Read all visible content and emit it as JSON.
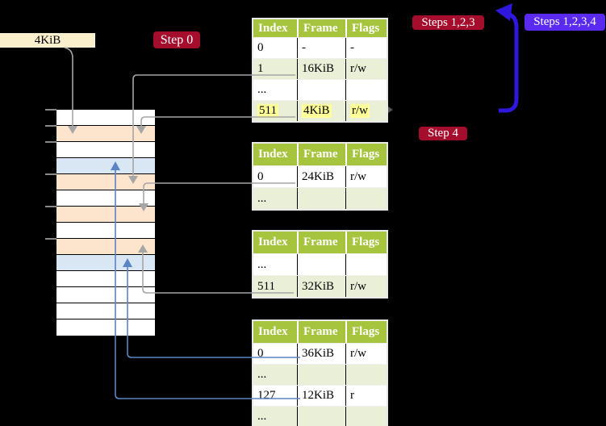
{
  "colors": {
    "background": "#000000",
    "badge_red": "#a50d2d",
    "badge_violet": "#5a2bef",
    "table_header_green": "#a6c43e",
    "table_row_tint": "#eaf0d8",
    "highlight_yellow": "#ffff99",
    "label_cream": "#fbf0cd",
    "frame_peach": "#fde4cc",
    "frame_blue": "#d9e6f4",
    "connector_gray": "#a6a6a6",
    "connector_blue": "#5b84c4",
    "arrow_blue": "#2f17dd",
    "tick_gray": "#8a8a8a"
  },
  "labels": {
    "page_size": "4KiB",
    "step0": "Step 0",
    "steps123": "Steps 1,2,3",
    "steps1234": "Steps 1,2,3,4",
    "step4": "Step 4"
  },
  "memory": {
    "rows": [
      {
        "kind": "row-white"
      },
      {
        "kind": "row-peach"
      },
      {
        "kind": "row-white"
      },
      {
        "kind": "row-blue"
      },
      {
        "kind": "row-peach"
      },
      {
        "kind": "row-white"
      },
      {
        "kind": "row-peach"
      },
      {
        "kind": "row-white"
      },
      {
        "kind": "row-peach"
      },
      {
        "kind": "row-blue"
      },
      {
        "kind": "row-white"
      },
      {
        "kind": "row-white"
      },
      {
        "kind": "row-white"
      },
      {
        "kind": "row-white"
      }
    ]
  },
  "tables": [
    {
      "name": "top-level-page-table",
      "headers": [
        "Index",
        "Frame",
        "Flags"
      ],
      "rows": [
        {
          "cls": "plain",
          "cells": [
            "0",
            "-",
            "-"
          ]
        },
        {
          "cls": "tint",
          "cells": [
            "1",
            "16KiB",
            "r/w"
          ]
        },
        {
          "cls": "plain",
          "cells": [
            "...",
            "",
            ""
          ]
        },
        {
          "cls": "tint hl",
          "cells": [
            "511",
            "4KiB",
            "r/w"
          ]
        }
      ]
    },
    {
      "name": "second-level-page-table",
      "headers": [
        "Index",
        "Frame",
        "Flags"
      ],
      "rows": [
        {
          "cls": "plain",
          "cells": [
            "0",
            "24KiB",
            "r/w"
          ]
        },
        {
          "cls": "tint",
          "cells": [
            "...",
            "",
            ""
          ]
        }
      ]
    },
    {
      "name": "third-level-page-table",
      "headers": [
        "Index",
        "Frame",
        "Flags"
      ],
      "rows": [
        {
          "cls": "plain",
          "cells": [
            "...",
            "",
            ""
          ]
        },
        {
          "cls": "tint",
          "cells": [
            "511",
            "32KiB",
            "r/w"
          ]
        }
      ]
    },
    {
      "name": "bottom-level-page-table",
      "headers": [
        "Index",
        "Frame",
        "Flags"
      ],
      "rows": [
        {
          "cls": "plain",
          "cells": [
            "0",
            "36KiB",
            "r/w"
          ]
        },
        {
          "cls": "tint",
          "cells": [
            "...",
            "",
            ""
          ]
        },
        {
          "cls": "plain",
          "cells": [
            "127",
            "12KiB",
            "r"
          ]
        },
        {
          "cls": "tint",
          "cells": [
            "...",
            "",
            ""
          ]
        }
      ]
    }
  ]
}
